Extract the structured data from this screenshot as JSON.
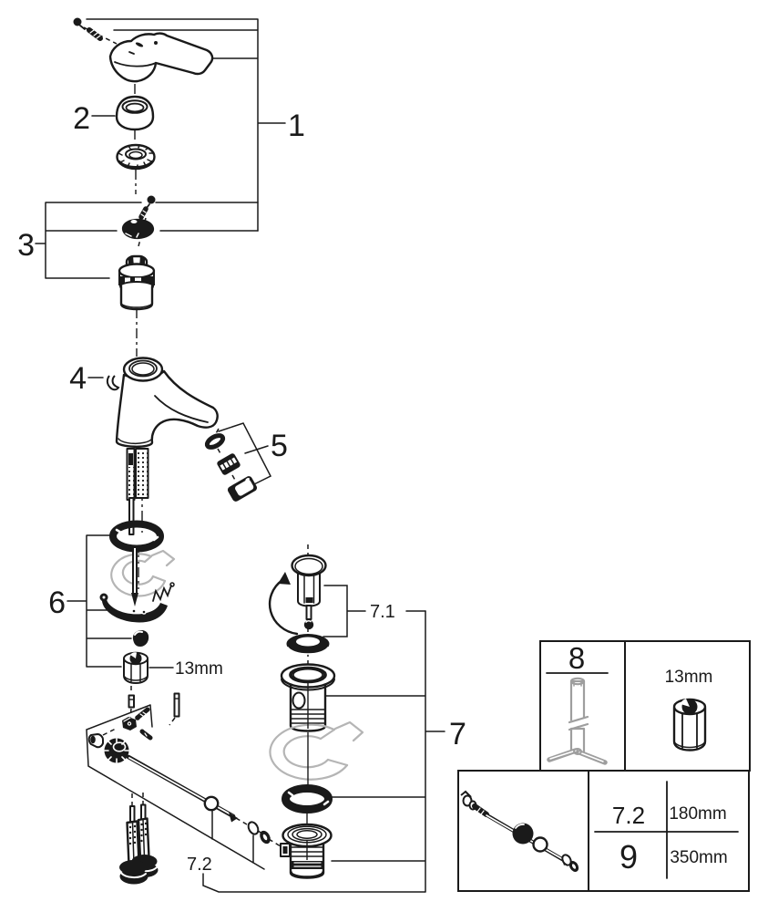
{
  "diagram": {
    "callouts": {
      "n1": "1",
      "n2": "2",
      "n3": "3",
      "n4": "4",
      "n5": "5",
      "n6": "6",
      "n7": "7",
      "n7_1": "7.1",
      "n7_2": "7.2"
    },
    "annotations": {
      "hex_key_size": "13mm"
    }
  },
  "spec_tables": {
    "tool_box": {
      "ref": "8",
      "nut_size": "13mm"
    },
    "rod_box": {
      "rows": [
        {
          "ref": "7.2",
          "length": "180mm"
        },
        {
          "ref": "9",
          "length": "350mm"
        }
      ]
    }
  },
  "colors": {
    "line": "#1a1a1a",
    "ghost": "#b5b5b5",
    "tool": "#9e9e9e",
    "background": "#ffffff"
  }
}
